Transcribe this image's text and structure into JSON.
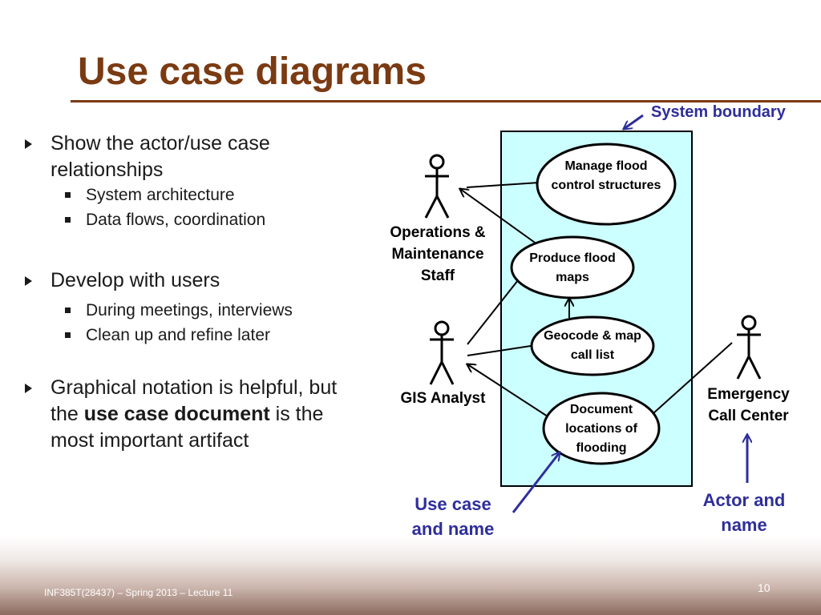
{
  "title": "Use case diagrams",
  "bullets": [
    {
      "text": "Show the actor/use case relationships",
      "subs": [
        "System architecture",
        "Data flows, coordination"
      ]
    },
    {
      "text": "Develop with users",
      "subs": [
        "During meetings, interviews",
        "Clean up and refine later"
      ]
    },
    {
      "pre": "Graphical notation is helpful, but the ",
      "bold": "use case document",
      "post": " is the most important artifact"
    }
  ],
  "diagram": {
    "boundary_label": "System boundary",
    "actors": [
      "Operations & Maintenance Staff",
      "GIS Analyst",
      "Emergency Call Center"
    ],
    "use_cases": [
      "Manage flood control structures",
      "Produce flood maps",
      "Geocode & map call list",
      "Document locations of flooding"
    ],
    "annotations": [
      "Use case and name",
      "Actor and name"
    ]
  },
  "colors": {
    "title": "#7a3a12",
    "boundary_fill": "#ccffff",
    "annotation": "#2e2e9a"
  },
  "footer": "INF385T(28437) – Spring 2013 – Lecture 11",
  "page_number": "10"
}
